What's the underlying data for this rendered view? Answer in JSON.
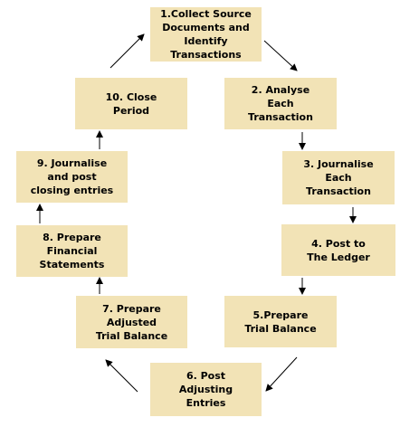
{
  "diagram": {
    "steps": [
      {
        "label": "1.Collect Source\nDocuments and\nIdentify\nTransactions"
      },
      {
        "label": "2. Analyse\nEach\nTransaction"
      },
      {
        "label": "3. Journalise\nEach\nTransaction"
      },
      {
        "label": "4. Post to\nThe Ledger"
      },
      {
        "label": "5.Prepare\nTrial Balance"
      },
      {
        "label": "6. Post\nAdjusting\nEntries"
      },
      {
        "label": "7. Prepare\nAdjusted\nTrial Balance"
      },
      {
        "label": "8. Prepare\nFinancial\nStatements"
      },
      {
        "label": "9. Journalise\nand post\nclosing entries"
      },
      {
        "label": "10. Close\nPeriod"
      }
    ]
  },
  "colors": {
    "box_fill": "#f2e3b6",
    "arrow": "#000000",
    "text": "#000000"
  }
}
